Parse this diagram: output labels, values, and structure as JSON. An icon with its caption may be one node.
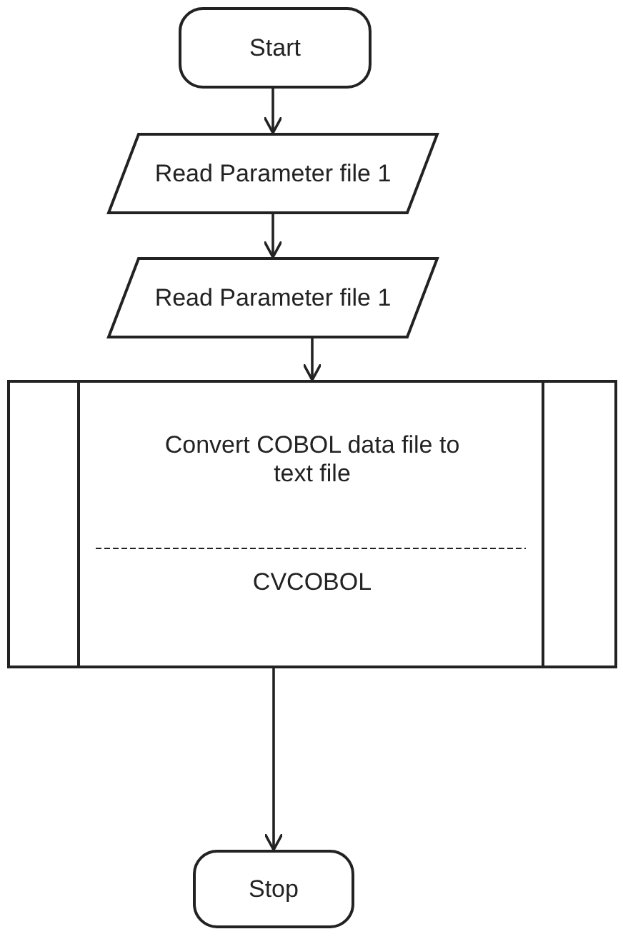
{
  "diagram": {
    "nodes": [
      {
        "text": [
          "Start"
        ]
      },
      {
        "text": [
          "Read Parameter file 1"
        ]
      },
      {
        "text": [
          "Read Parameter file 1"
        ]
      },
      {
        "text": [
          "Convert COBOL data file to text file",
          "CVCOBOL"
        ]
      },
      {
        "text": [
          "Stop"
        ]
      }
    ],
    "edges": [
      {
        "from": 0,
        "to": 1,
        "arrow": "to"
      },
      {
        "from": 1,
        "to": 2,
        "arrow": "to"
      },
      {
        "from": 2,
        "to": 3,
        "arrow": "to"
      },
      {
        "from": 3,
        "to": 4,
        "arrow": "to"
      }
    ]
  }
}
